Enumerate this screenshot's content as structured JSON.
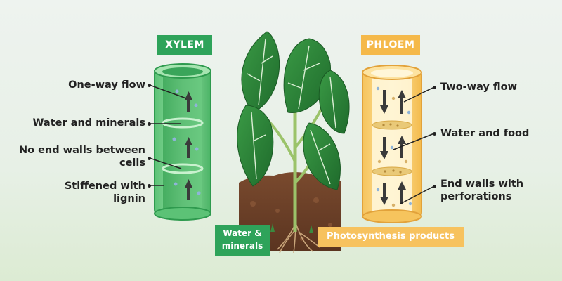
{
  "badges": {
    "xylem": "XYLEM",
    "phloem": "PHLOEM",
    "water_minerals_line1": "Water &",
    "water_minerals_line2": "minerals",
    "photosynthesis": "Photosynthesis products"
  },
  "xylem_labels": {
    "one_way": "One-way flow",
    "water_minerals": "Water and minerals",
    "no_end_walls_1": "No end walls between",
    "no_end_walls_2": "cells",
    "stiffened_1": "Stiffened with",
    "stiffened_2": "lignin"
  },
  "phloem_labels": {
    "two_way": "Two-way flow",
    "water_food": "Water and food",
    "end_walls_1": "End walls with",
    "end_walls_2": "perforations"
  },
  "colors": {
    "xylem_green": "#2ea35a",
    "phloem_yellow": "#f5b94a",
    "leaf_green": "#2f8a3a",
    "soil_brown": "#6b3f27"
  }
}
